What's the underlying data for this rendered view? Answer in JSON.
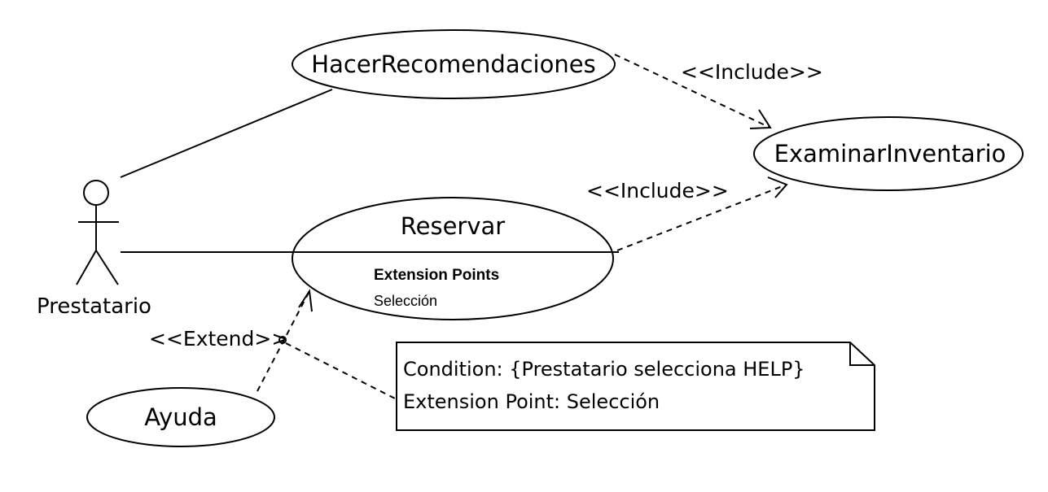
{
  "actor": {
    "name": "Prestatario"
  },
  "use_cases": {
    "hacer_recomendaciones": "HacerRecomendaciones",
    "examinar_inventario": "ExaminarInventario",
    "reservar": "Reservar",
    "ayuda": "Ayuda"
  },
  "reservar_extension": {
    "title": "Extension Points",
    "point": "Selección"
  },
  "relations": {
    "include_1": "<<Include>>",
    "include_2": "<<Include>>",
    "extend": "<<Extend>>"
  },
  "note": {
    "line1": "Condition: {Prestatario selecciona HELP}",
    "line2": "Extension Point: Selección"
  },
  "colors": {
    "line": "#000000",
    "background": "#ffffff"
  }
}
